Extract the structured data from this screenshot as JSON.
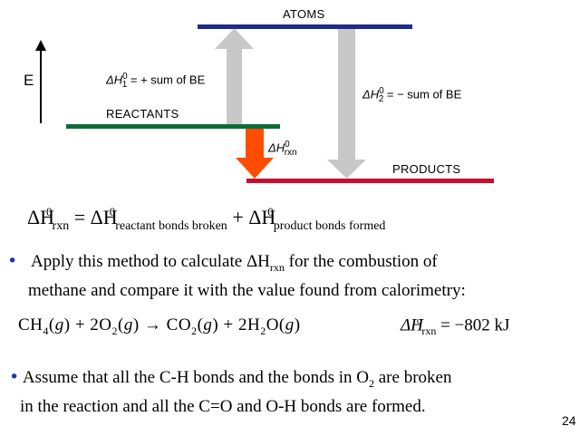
{
  "diagram": {
    "axis_label": "E",
    "levels": {
      "atoms": "ATOMS",
      "reactants": "REACTANTS",
      "products": "PRODUCTS"
    },
    "colors": {
      "atoms_line": "#1f2d86",
      "reactants_line": "#0e6b3a",
      "products_line": "#c8102e",
      "gray_arrow": "#c8c8c8",
      "orange_arrow": "#ff4d00"
    },
    "dh1": {
      "delta": "ΔH",
      "sup": "0",
      "sub": "1",
      "text": " = + sum of BE"
    },
    "dh2": {
      "delta": "ΔH",
      "sup": "0",
      "sub": "2",
      "text": " = − sum of BE"
    },
    "dhrxn": {
      "delta": "ΔH",
      "sup": "0",
      "sub": "rxn"
    }
  },
  "equation": {
    "lhs": "ΔH",
    "lhs_sup": "0",
    "lhs_sub": "rxn",
    "eq": " = ",
    "term1": "ΔH",
    "term1_sup": "0",
    "term1_sub": "reactant bonds broken",
    "plus": " + ",
    "term2": "ΔH",
    "term2_sup": "0",
    "term2_sub": "product bonds formed"
  },
  "bullet1": {
    "marker": "•",
    "text_a": "Apply this method to calculate ",
    "dh": "ΔH",
    "dh_sub": "rxn",
    "text_b": " for the combustion of",
    "line2": "methane and compare it with the value found from calorimetry:"
  },
  "reaction": {
    "ch": "CH",
    "ch_sub": "4",
    "g": "g",
    "plus": " + ",
    "o": "2O",
    "o_sub": "2",
    "arrow": " → ",
    "co": "CO",
    "co_sub": "2",
    "h": "2H",
    "h_sub": "2",
    "h_tail": "O",
    "dh": "ΔH",
    "dh_sup": "o",
    "dh_sub": "rxn",
    "value": " = −802 kJ"
  },
  "bullet2": {
    "marker": "•",
    "text_a": "Assume that all the C-H bonds and  the bonds in O",
    "o_sub": "2",
    "text_b": " are broken",
    "line2": "in the reaction and all the C=O and O-H bonds are  formed."
  },
  "page_number": "24"
}
